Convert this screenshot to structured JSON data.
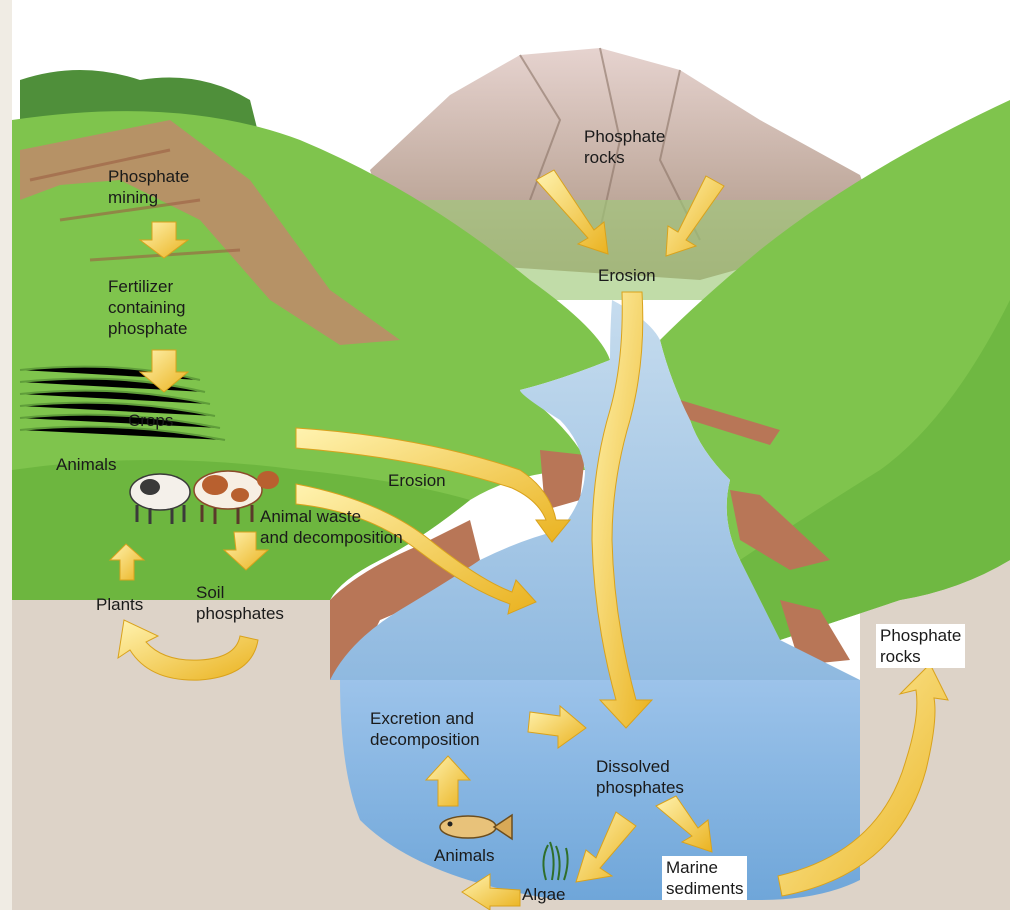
{
  "labels": {
    "phosphate_mining": [
      "Phosphate",
      "mining"
    ],
    "fertilizer": [
      "Fertilizer",
      "containing",
      "phosphate"
    ],
    "crops": "Crops",
    "animals_land": "Animals",
    "animal_waste": [
      "Animal waste",
      "and decomposition"
    ],
    "soil_phosphates": [
      "Soil",
      "phosphates"
    ],
    "plants": "Plants",
    "erosion_land": "Erosion",
    "phosphate_rocks_top": [
      "Phosphate",
      "rocks"
    ],
    "erosion_top": "Erosion",
    "phosphate_rocks_right": [
      "Phosphate",
      "rocks"
    ],
    "excretion": [
      "Excretion and",
      "decomposition"
    ],
    "dissolved_phosphates": [
      "Dissolved",
      "phosphates"
    ],
    "animals_water": "Animals",
    "algae": "Algae",
    "marine_sediments": [
      "Marine",
      "sediments"
    ]
  },
  "colors": {
    "sky": "#ffffff",
    "grass": "#7cc24a",
    "grass_dark": "#4e9a2c",
    "mountain": "#c9a89a",
    "water": "#a9c9e6",
    "water_deep": "#7fb0de",
    "soil": "#d9cfc4",
    "cliff": "#b07456",
    "arrow": "#f3c93a"
  }
}
